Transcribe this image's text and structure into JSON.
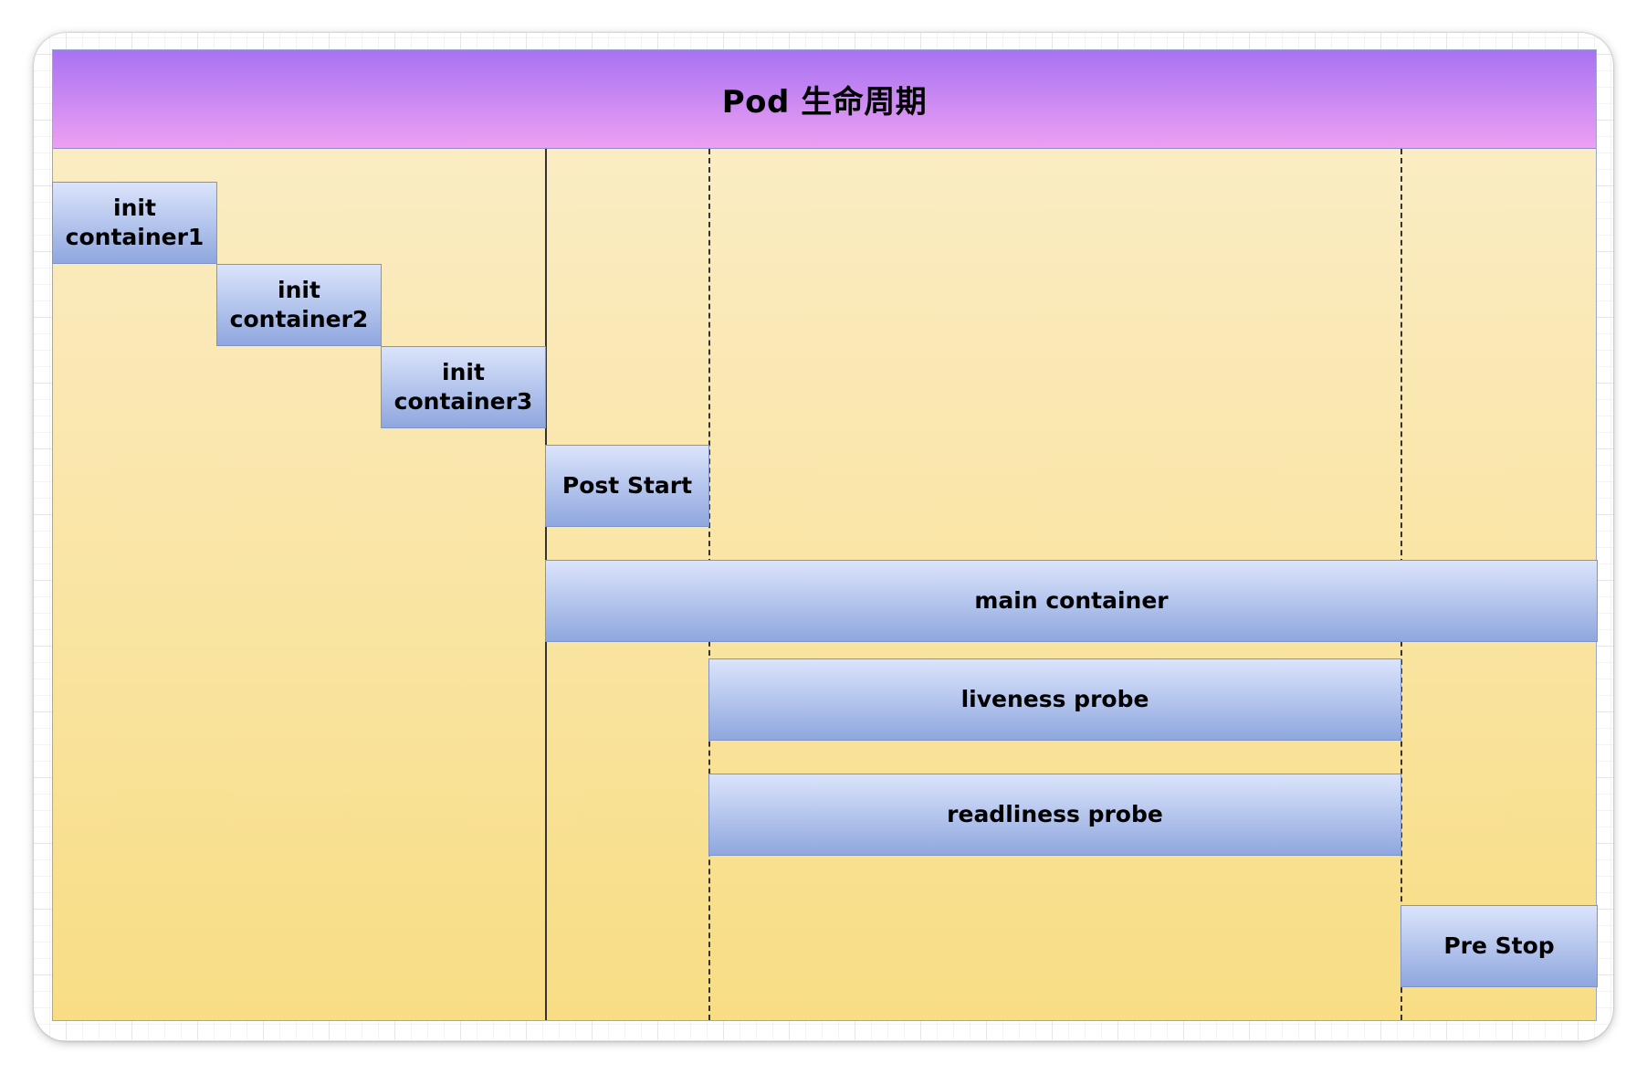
{
  "diagram": {
    "title": "Pod 生命周期",
    "phases": {
      "init_container_1": "init container1",
      "init_container_2": "init container2",
      "init_container_3": "init container3",
      "post_start": "Post Start",
      "main_container": "main container",
      "liveness_probe": "liveness probe",
      "readliness_probe": "readliness probe",
      "pre_stop": "Pre Stop"
    },
    "colors": {
      "header_gradient_top": "#a872f2",
      "header_gradient_bottom": "#eca0f2",
      "body_gradient_top": "#fbeecb",
      "body_gradient_bottom": "#f8dd84",
      "box_gradient_top": "#dbe4fb",
      "box_gradient_bottom": "#8fa7df",
      "box_border": "#7e93c6"
    }
  }
}
